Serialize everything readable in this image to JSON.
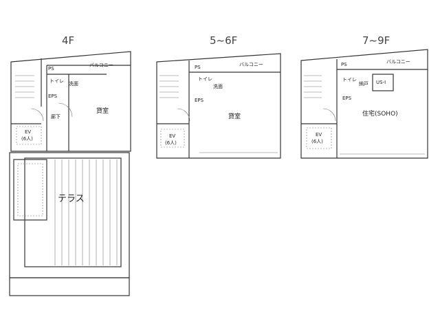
{
  "floors": [
    {
      "title": "4F",
      "rooms": {
        "ps": "PS",
        "eps": "EPS",
        "toilet": "トイレ",
        "washroom": "洗面",
        "corridor": "廊下",
        "main": "貸室",
        "balcony": "バルコニー",
        "ev": "EV",
        "ev_cap": "(6人)",
        "terrace": "テラス"
      }
    },
    {
      "title": "5~6F",
      "rooms": {
        "ps": "PS",
        "eps": "EPS",
        "toilet": "トイレ",
        "washroom": "洗面",
        "main": "貸室",
        "balcony": "バルコニー",
        "ev": "EV",
        "ev_cap": "(6人)"
      }
    },
    {
      "title": "7~9F",
      "rooms": {
        "ps": "PS",
        "eps": "EPS",
        "toilet": "トイレ",
        "storage": "納戸",
        "us": "US-I",
        "main": "住宅(SOHO)",
        "balcony": "バルコニー",
        "ev": "EV",
        "ev_cap": "(6人)"
      }
    }
  ]
}
